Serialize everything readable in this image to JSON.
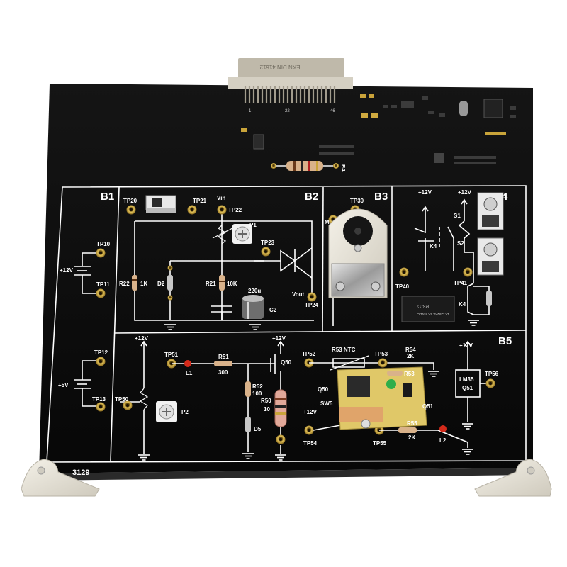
{
  "board": {
    "id_label": "3129",
    "connector_pins": [
      "1",
      "22",
      "46"
    ],
    "connector_text": "EKN DIN 41612",
    "colors": {
      "board": "#0c0c0c",
      "silk": "#ffffff",
      "gold": "#c9a43a",
      "led": "#d42a1a"
    }
  },
  "sections": {
    "b1": "B1",
    "b2": "B2",
    "b3": "B3",
    "b4": "4",
    "b5": "B5"
  },
  "test_points": {
    "tp10": "TP10",
    "tp11": "TP11",
    "tp12": "TP12",
    "tp13": "TP13",
    "tp20": "TP20",
    "tp21": "TP21",
    "tp22": "TP22",
    "tp23": "TP23",
    "tp24": "TP24",
    "tp30": "TP30",
    "tp40": "TP40",
    "tp41": "TP41",
    "tp50": "TP50",
    "tp51": "TP51",
    "tp52": "TP52",
    "tp53": "TP53",
    "tp54": "TP54",
    "tp55": "TP55",
    "tp56": "TP56"
  },
  "labels": {
    "plus12_b1": "+12V",
    "plus5": "+5V",
    "vin": "Vin",
    "vout": "Vout",
    "p1": "P1",
    "p2": "P2",
    "r22": "R22",
    "r22v": "1K",
    "d2": "D2",
    "r21": "R21",
    "r21v": "10K",
    "c2": "C2",
    "c2v": "220u",
    "k4": "K4",
    "k4b": "K4",
    "s1": "S1",
    "s2": "S2",
    "plus12_b4a": "+12V",
    "plus12_b4b": "+12V",
    "relay_text": "RS-12",
    "relay_spec": "1A 125VAC 2A 24VDC",
    "plus12_b5a": "+12V",
    "plus12_b5b": "+12V",
    "plus12_b5c": "+12V",
    "plus12_b5d": "+12V",
    "r51": "R51",
    "r51v": "300",
    "l1": "L1",
    "r52": "R52",
    "r52v": "100",
    "r50": "R50",
    "r50v": "10",
    "q50": "Q50",
    "q50b": "Q50",
    "d5": "D5",
    "r53ntc": "R53 NTC",
    "r53": "R53",
    "r54": "R54",
    "r54v": "2K",
    "r55": "R55",
    "r55v": "2K",
    "l2": "L2",
    "sw5": "SW5",
    "lm35": "LM35",
    "q51": "Q51",
    "q51b": "Q51",
    "r4": "R4",
    "m": "M"
  }
}
